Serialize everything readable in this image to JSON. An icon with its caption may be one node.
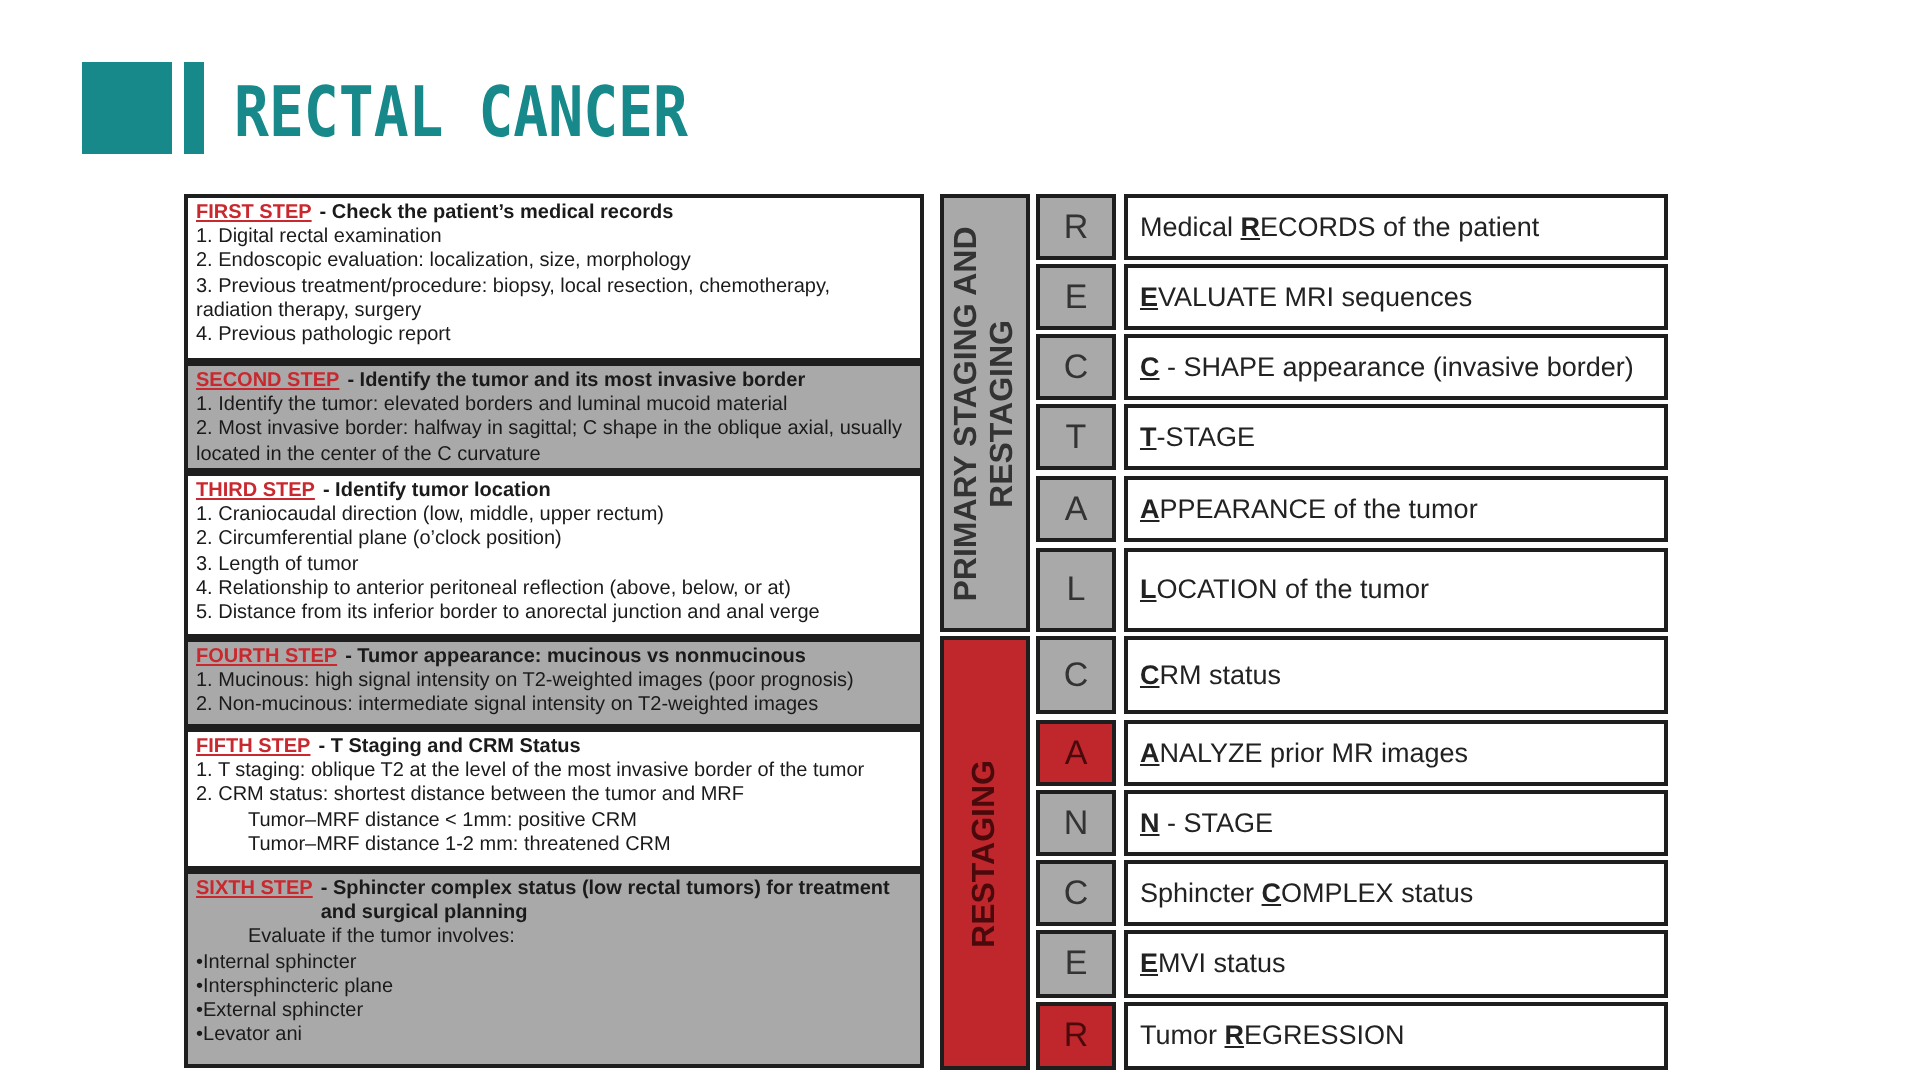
{
  "diagram": {
    "title": "RECTAL CANCER",
    "nodes": [
      {
        "text": [
          "FIRST STEP",
          "- Check the patient’s medical records",
          "1. Digital rectal examination",
          "2. Endoscopic evaluation: localization, size, morphology",
          "3. Previous treatment/procedure: biopsy, local resection, chemotherapy, radiation therapy, surgery",
          "4. Previous pathologic report"
        ]
      },
      {
        "text": [
          "SECOND STEP",
          "- Identify the tumor and its most invasive border",
          "1. Identify the tumor: elevated borders and luminal mucoid material",
          "2. Most invasive border: halfway in sagittal; C shape in the oblique axial, usually located in the center of the C curvature"
        ]
      },
      {
        "text": [
          "THIRD STEP",
          "- Identify tumor location",
          "1. Craniocaudal direction (low, middle, upper rectum)",
          "2. Circumferential plane (o’clock position)",
          "3. Length of tumor",
          "4. Relationship to anterior peritoneal reflection (above, below, or at)",
          "5. Distance from its inferior border to anorectal junction and anal verge"
        ]
      },
      {
        "text": [
          "FOURTH STEP",
          "- Tumor appearance: mucinous vs nonmucinous",
          "1. Mucinous: high signal intensity on T2-weighted images (poor prognosis)",
          "2. Non-mucinous: intermediate signal intensity on T2-weighted images"
        ]
      },
      {
        "text": [
          "FIFTH STEP",
          "- T Staging and CRM Status",
          "1. T staging: oblique T2 at the level of the most invasive border of the tumor",
          "2. CRM status: shortest distance between the tumor and MRF",
          "Tumor–MRF distance < 1mm: positive CRM",
          "Tumor–MRF distance 1-2 mm: threatened CRM"
        ]
      },
      {
        "text": [
          "SIXTH STEP",
          "- Sphincter complex status (low rectal tumors) for treatment and surgical planning",
          "Evaluate if the tumor involves:",
          "•Internal sphincter",
          "•Intersphincteric plane",
          "•External sphincter",
          "•Levator ani"
        ]
      },
      {
        "text": [
          "PRIMARY STAGING AND RESTAGING"
        ]
      },
      {
        "text": [
          "R"
        ]
      },
      {
        "text": [
          "Medical **R**ECORDS of the patient"
        ]
      },
      {
        "text": [
          "E"
        ]
      },
      {
        "text": [
          "**E**VALUATE MRI sequences"
        ]
      },
      {
        "text": [
          "C"
        ]
      },
      {
        "text": [
          "**C** - SHAPE appearance (invasive border)"
        ]
      },
      {
        "text": [
          "T"
        ]
      },
      {
        "text": [
          "**T**-STAGE"
        ]
      },
      {
        "text": [
          "A"
        ]
      },
      {
        "text": [
          "**A**PPEARANCE of the tumor"
        ]
      },
      {
        "text": [
          "L"
        ]
      },
      {
        "text": [
          "**L**OCATION of the tumor"
        ]
      },
      {
        "text": [
          "RESTAGING"
        ]
      },
      {
        "text": [
          "C"
        ]
      },
      {
        "text": [
          "**C**RM status"
        ]
      },
      {
        "text": [
          "A"
        ]
      },
      {
        "text": [
          "**A**NALYZE prior MR images"
        ]
      },
      {
        "text": [
          "N"
        ]
      },
      {
        "text": [
          "**N** - STAGE"
        ]
      },
      {
        "text": [
          "C"
        ]
      },
      {
        "text": [
          "Sphincter **C**OMPLEX status"
        ]
      },
      {
        "text": [
          "E"
        ]
      },
      {
        "text": [
          "**E**MVI status"
        ]
      },
      {
        "text": [
          "R"
        ]
      },
      {
        "text": [
          "Tumor **R**EGRESSION"
        ]
      }
    ]
  }
}
